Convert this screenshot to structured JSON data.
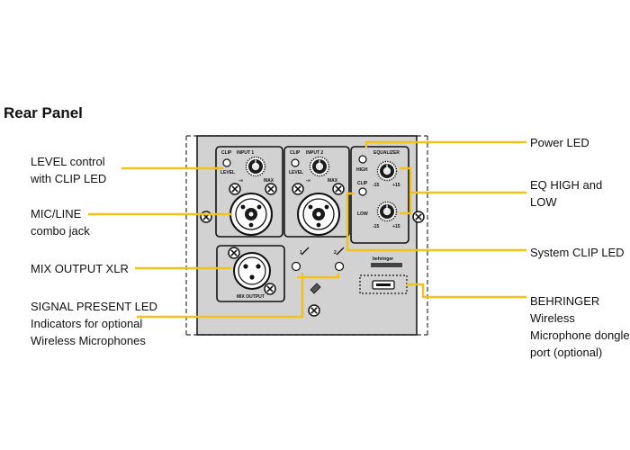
{
  "title": "Rear Panel",
  "callouts": {
    "level": "LEVEL control\nwith CLIP LED",
    "micline": "MIC/LINE\ncombo jack",
    "mixout": "MIX OUTPUT XLR",
    "signal": "SIGNAL PRESENT LED\nIndicators for optional\nWireless Microphones",
    "power": "Power LED",
    "eq": "EQ HIGH and\nLOW",
    "sysclip": "System CLIP LED",
    "dongle": "BEHRINGER Wireless\nMicrophone dongle\nport (optional)"
  },
  "panel": {
    "input1": "INPUT 1",
    "input2": "INPUT 2",
    "equalizer": "EQUALIZER",
    "clip": "CLIP",
    "level": "LEVEL",
    "max": "MAX",
    "min": "-∞",
    "high": "HIGH",
    "low": "LOW",
    "plus15": "+15",
    "minus15": "-15",
    "mixoutput": "MIX OUTPUT",
    "ch1": "1",
    "ch2": "2",
    "brand": "behringer"
  },
  "colors": {
    "leader": "#f2c21b",
    "panel": "#d2d2d2"
  }
}
